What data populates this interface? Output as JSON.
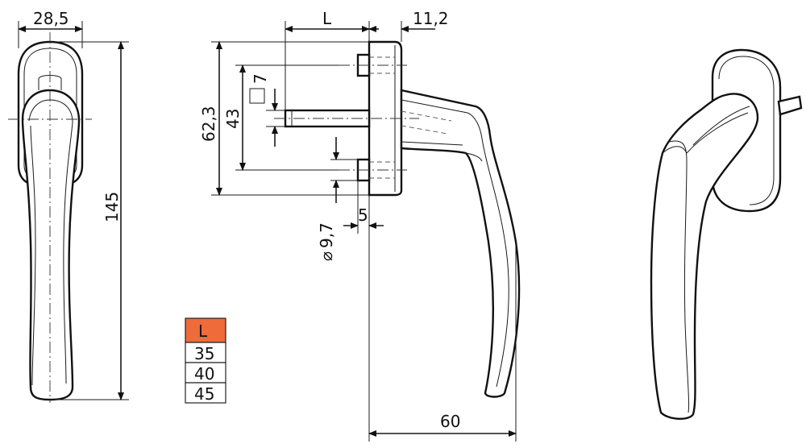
{
  "dimensions": {
    "width_front": "28,5",
    "height_total": "145",
    "length_L": "L",
    "rosette_thickness": "11,2",
    "rosette_height": "62,3",
    "hole_spacing": "43",
    "spindle_square": "7",
    "hole_diameter": "9,7",
    "diameter_symbol": "⌀",
    "rosette_offset": "5",
    "handle_projection": "60"
  },
  "length_table": {
    "header": "L",
    "rows": [
      "35",
      "40",
      "45"
    ]
  },
  "colors": {
    "table_header": "#ef6b3a",
    "line": "#1a1a1a"
  }
}
